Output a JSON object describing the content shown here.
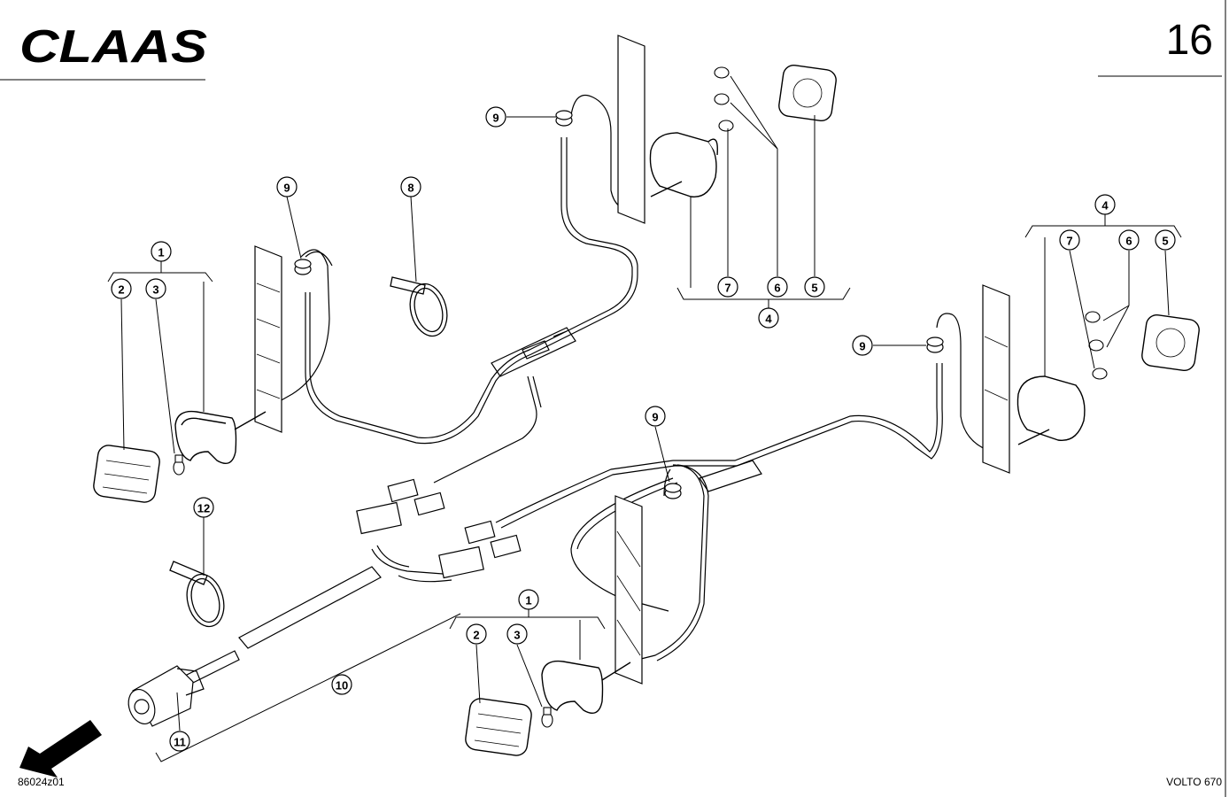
{
  "header": {
    "brand": "CLAAS",
    "page_number": "16"
  },
  "footer": {
    "drawing_number": "86024z01",
    "model": "VOLTO 670"
  },
  "callouts": {
    "c1a": "1",
    "c2a": "2",
    "c3a": "3",
    "c9a": "9",
    "c8": "8",
    "c9b": "9",
    "c7a": "7",
    "c6a": "6",
    "c5a": "5",
    "c4a": "4",
    "c4b": "4",
    "c7b": "7",
    "c6b": "6",
    "c5b": "5",
    "c9c": "9",
    "c9d": "9",
    "c12": "12",
    "c1b": "1",
    "c2b": "2",
    "c3b": "3",
    "c10": "10",
    "c11": "11"
  }
}
